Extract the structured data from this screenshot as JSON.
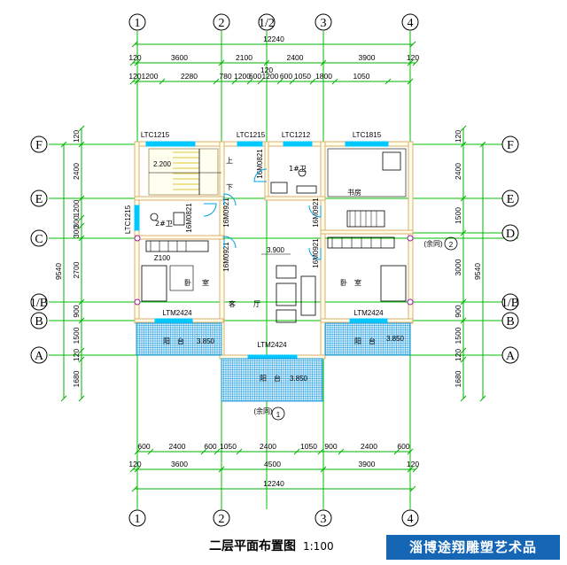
{
  "drawing": {
    "title": "二层平面布置图",
    "scale": "1:100",
    "brand": "淄博途翔雕塑艺术品"
  },
  "grid_axes": {
    "top": [
      "1",
      "2",
      "1/2",
      "3",
      "4"
    ],
    "bottom": [
      "1",
      "2",
      "3",
      "4"
    ],
    "left": [
      "F",
      "E",
      "C",
      "1/B",
      "B",
      "A"
    ],
    "right": [
      "F",
      "E",
      "D",
      "1/B",
      "B",
      "A"
    ]
  },
  "dimensions": {
    "top_total": "12240",
    "top_axis": [
      "120",
      "3600",
      "2100",
      "2400",
      "3900",
      "120"
    ],
    "top_mid_tick": "120",
    "top_detail": [
      "120",
      "1200",
      "2280",
      "780",
      "1200",
      "600",
      "1200",
      "600",
      "1050",
      "1800",
      "1050"
    ],
    "bottom_detail": [
      "600",
      "2400",
      "600",
      "1050",
      "2400",
      "1050",
      "900",
      "2400",
      "600"
    ],
    "bottom_axis": [
      "120",
      "3600",
      "4500",
      "3900",
      "120"
    ],
    "bottom_total": "12240",
    "left_detail": [
      "120",
      "2400",
      "1200",
      "300",
      "300",
      "2700",
      "900",
      "1500",
      "120",
      "1680"
    ],
    "left_total": "9540",
    "right_detail": [
      "120",
      "2400",
      "1500",
      "3000",
      "900",
      "1500",
      "120",
      "1680"
    ],
    "right_total": "9540"
  },
  "windows": [
    "LTC1215",
    "LTC1215",
    "LTC1212",
    "LTC1815",
    "LTC1215",
    "LTM2424",
    "LTM2424",
    "LTM2424"
  ],
  "doors": [
    "16M0821",
    "16M0821",
    "16M0921",
    "16M0921",
    "16M0921",
    "16M0921"
  ],
  "rooms": {
    "stair_up": "上",
    "stair_down": "下",
    "bath1": "卫",
    "bath1_no": "1#",
    "bath2": "卫",
    "bath2_no": "2#",
    "study": "书房",
    "bedroom_left": "卧",
    "bedroom_left_2": "室",
    "bedroom_right": "卧",
    "bedroom_right_2": "室",
    "living": "客",
    "living_2": "厅",
    "balcony_l": "阳",
    "balcony_l_2": "台",
    "balcony_r": "阳",
    "balcony_r_2": "台",
    "balcony_c": "阳",
    "balcony_c_2": "台"
  },
  "elevations": {
    "stair": "2.200",
    "bath2": "Z100",
    "living": "3.900",
    "balcony_l": "3.850",
    "balcony_r": "3.850",
    "balcony_c": "3.850"
  },
  "section_marks": {
    "right": "(余同)",
    "right_no": "2",
    "bottom": "(余同)",
    "bottom_no": "1"
  },
  "colors": {
    "grid_line": "#00c000",
    "dimension": "#00b000",
    "wall": "#d9b070",
    "wall_fill": "#fffde8",
    "window": "#00c8ff",
    "hatch": "#0090d8",
    "furniture": "#000000",
    "brand_bg": "#1566b4"
  }
}
